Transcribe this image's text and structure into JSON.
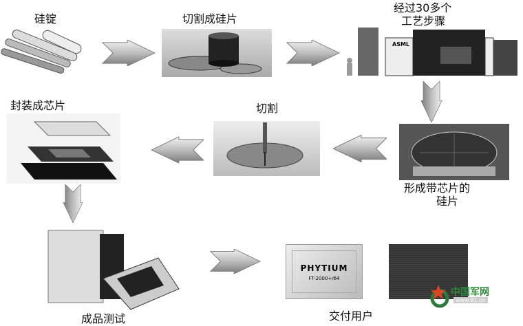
{
  "steps": {
    "ingot": "硅锭",
    "slice": "切割成硅片",
    "process_line1": "经过30多个",
    "process_line2": "工艺步骤",
    "wafer_line1": "形成带芯片的",
    "wafer_line2": "硅片",
    "dice": "切割",
    "package": "封装成芯片",
    "test": "成品测试",
    "deliver": "交付用户"
  },
  "chip": {
    "brand": "PHYTIUM",
    "model": "FT-2000+/64"
  },
  "machine_label": "ASML",
  "watermark": {
    "name": "中国军网",
    "url": "www.81.cn"
  }
}
